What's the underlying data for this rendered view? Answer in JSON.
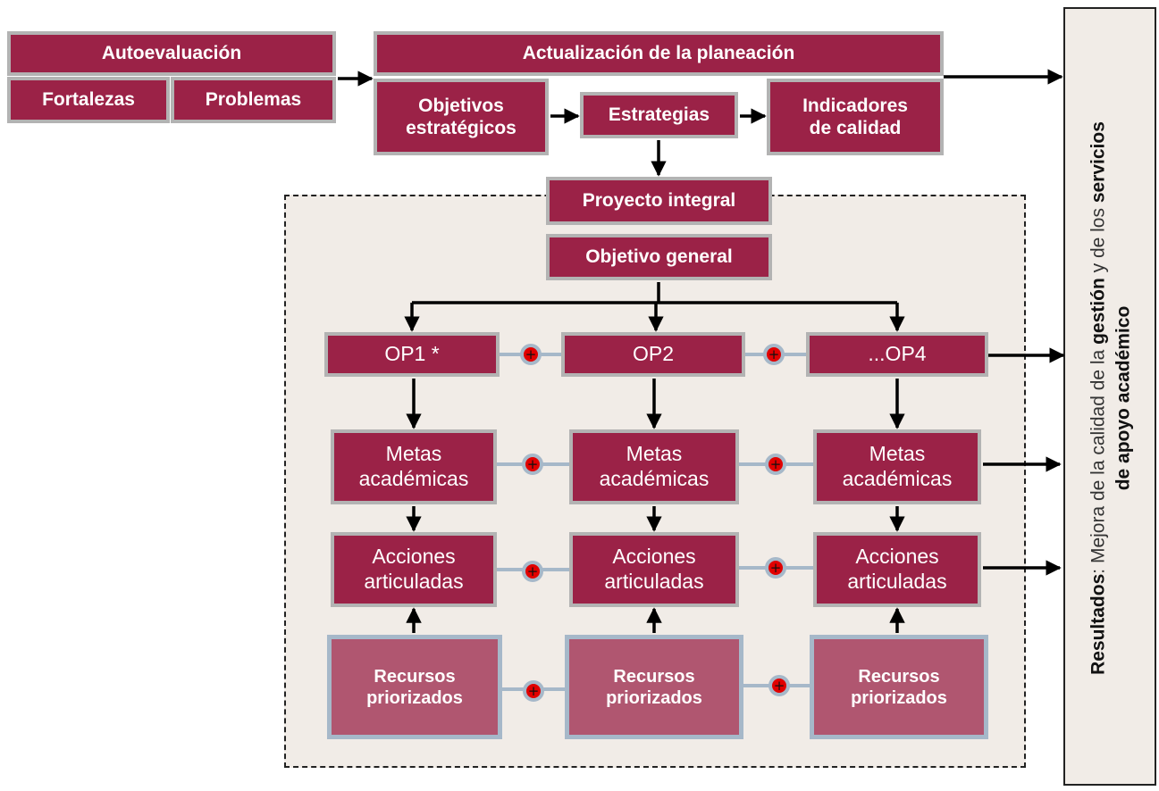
{
  "colors": {
    "box_fill": "#9b2247",
    "box_border": "#b3b3b3",
    "resource_fill": "#b05670",
    "resource_border": "#a6b8c9",
    "panel_fill": "#f1ece7",
    "plus_fill": "#e10000",
    "connector": "#a6b8c9"
  },
  "top": {
    "autoevaluacion": "Autoevaluación",
    "fortalezas": "Fortalezas",
    "problemas": "Problemas",
    "actualizacion": "Actualización de la planeación",
    "objetivos_line1": "Objetivos",
    "objetivos_line2": "estratégicos",
    "estrategias": "Estrategias",
    "indicadores_line1": "Indicadores",
    "indicadores_line2": "de calidad"
  },
  "project": {
    "proyecto_integral": "Proyecto integral",
    "objetivo_general": "Objetivo general"
  },
  "columns": [
    {
      "op": "OP1 *",
      "metas": [
        "Metas",
        "académicas"
      ],
      "acciones": [
        "Acciones",
        "articuladas"
      ],
      "recursos": [
        "Recursos",
        "priorizados"
      ]
    },
    {
      "op": "OP2",
      "metas": [
        "Metas",
        "académicas"
      ],
      "acciones": [
        "Acciones",
        "articuladas"
      ],
      "recursos": [
        "Recursos",
        "priorizados"
      ]
    },
    {
      "op": "...OP4",
      "metas": [
        "Metas",
        "académicas"
      ],
      "acciones": [
        "Acciones",
        "articuladas"
      ],
      "recursos": [
        "Recursos",
        "priorizados"
      ]
    }
  ],
  "plus_symbol": "+",
  "results": {
    "prefix": "Resultados",
    "line1_a": ": Mejora de la calidad de la ",
    "line1_b": "gestión",
    "line1_c": " y de los ",
    "line1_d": "servicios",
    "line2": "de apoyo académico"
  }
}
